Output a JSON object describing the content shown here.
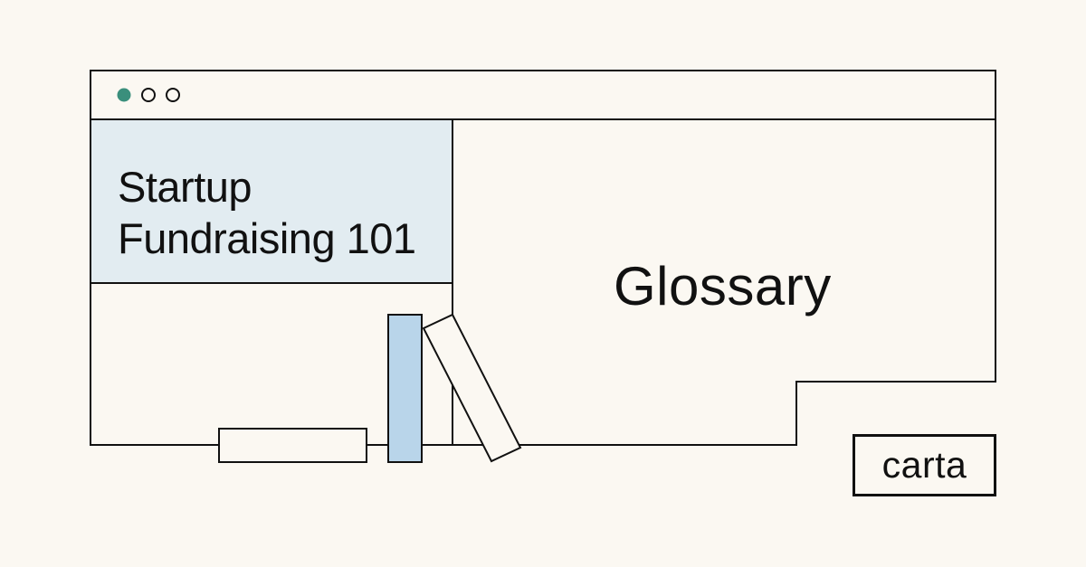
{
  "window": {
    "dots": [
      "active-dot",
      "inactive-dot",
      "inactive-dot"
    ]
  },
  "card": {
    "title_line1": "Startup",
    "title_line2": "Fundraising 101"
  },
  "main": {
    "heading": "Glossary"
  },
  "brand": {
    "logo_text": "carta"
  },
  "colors": {
    "background": "#fbf8f2",
    "ink": "#111111",
    "panel": "#e2ecf1",
    "accent_dot": "#3a8f7c",
    "book_blue": "#b9d5ea"
  }
}
